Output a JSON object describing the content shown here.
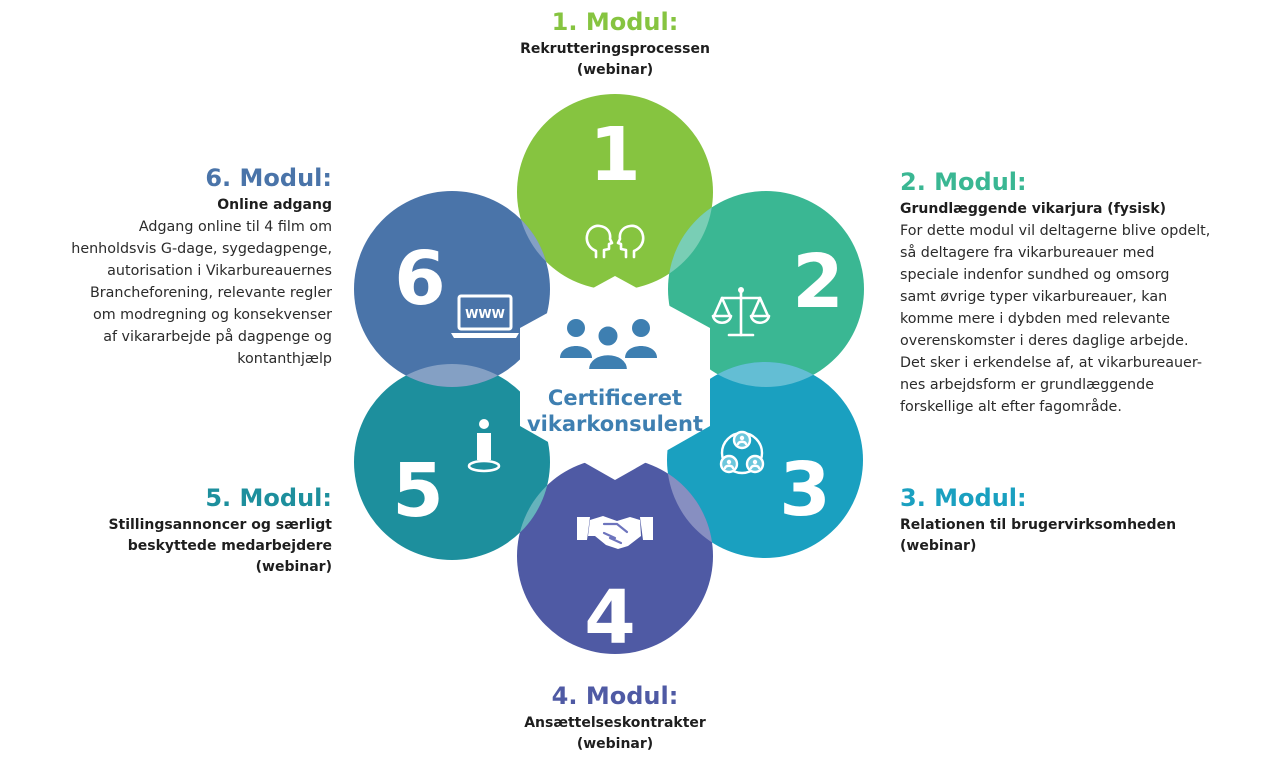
{
  "center": {
    "title_line1": "Certificeret",
    "title_line2": "vikarkonsulent",
    "icon": "people-group-icon",
    "color": "#3e7fb1"
  },
  "modules": [
    {
      "number": "1",
      "title": "1. Modul:",
      "subtitle_lines": [
        "Rekrutteringsprocessen",
        "(webinar)"
      ],
      "description_lines": [],
      "icon": "two-heads-talking-icon",
      "color": "#86c440"
    },
    {
      "number": "2",
      "title": "2. Modul:",
      "subtitle_lines": [
        "Grundlæggende vikarjura (fysisk)"
      ],
      "description_lines": [
        "For dette modul vil deltagerne blive opdelt,",
        "så deltagere fra vikarbureauer med",
        "speciale indenfor sundhed og omsorg",
        "samt øvrige typer vikarbureauer, kan",
        "komme mere i dybden med relevante",
        "overenskomster i deres daglige arbejde.",
        "Det sker i erkendelse af, at vikarbureauer-",
        "nes arbejdsform er grundlæggende",
        "forskellige alt efter fagområde."
      ],
      "icon": "scales-of-justice-icon",
      "color": "#3ab793"
    },
    {
      "number": "3",
      "title": "3. Modul:",
      "subtitle_lines": [
        "Relationen til brugervirksomheden",
        "(webinar)"
      ],
      "description_lines": [],
      "icon": "connected-people-icon",
      "color": "#1aa0c0"
    },
    {
      "number": "4",
      "title": "4. Modul:",
      "subtitle_lines": [
        "Ansættelseskontrakter",
        "(webinar)"
      ],
      "description_lines": [],
      "icon": "handshake-icon",
      "color": "#4f5aa4"
    },
    {
      "number": "5",
      "title": "5. Modul:",
      "subtitle_lines": [
        "Stillingsannoncer og særligt",
        "beskyttede medarbejdere",
        "(webinar)"
      ],
      "description_lines": [],
      "icon": "person-on-target-icon",
      "color": "#1d8f9d"
    },
    {
      "number": "6",
      "title": "6. Modul:",
      "subtitle_lines": [
        "Online adgang"
      ],
      "description_lines": [
        "Adgang online til 4 film om",
        "henholdsvis G-dage, sygedagpenge,",
        "autorisation i Vikarbureauernes",
        "Brancheforening, relevante regler",
        "om modregning og konsekvenser",
        "af vikararbejde på dagpenge og",
        "kontanthjælp"
      ],
      "icon": "www-laptop-icon",
      "color": "#4a74a9"
    }
  ]
}
